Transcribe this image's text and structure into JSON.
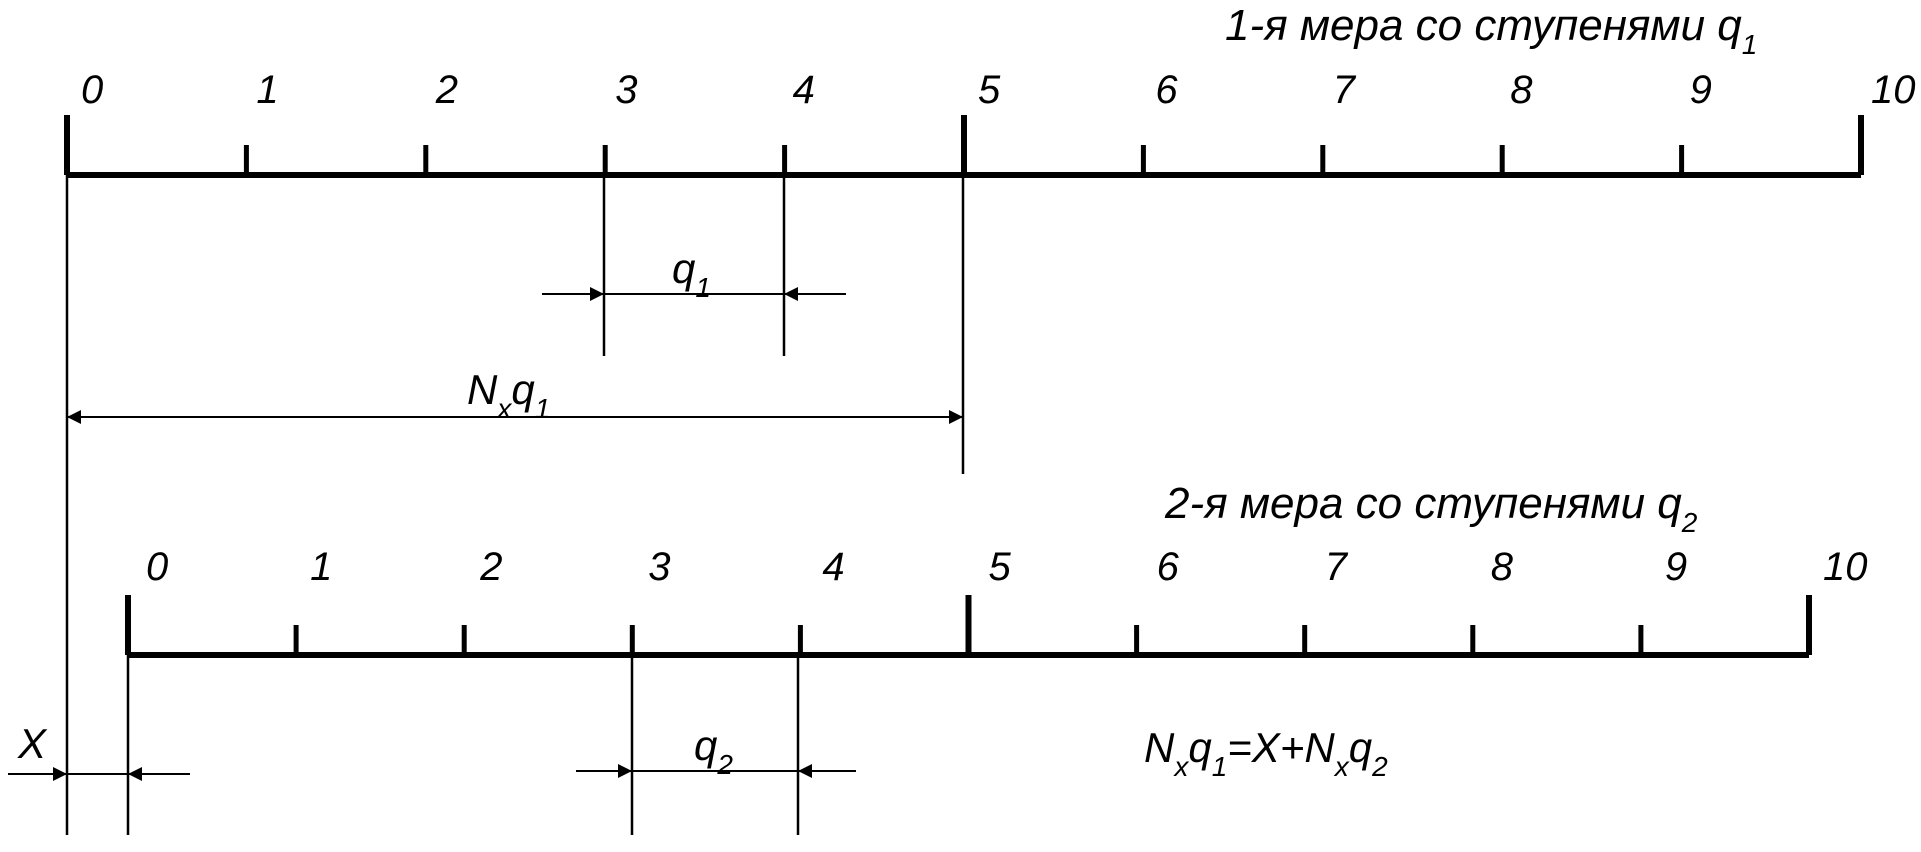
{
  "scale1": {
    "title_text": "1-я мера со ступенями q",
    "title_sub": "1",
    "tick_labels": [
      "0",
      "1",
      "2",
      "3",
      "4",
      "5",
      "6",
      "7",
      "8",
      "9",
      "10"
    ]
  },
  "scale2": {
    "title_text": "2-я мера со ступенями q",
    "title_sub": "2",
    "tick_labels": [
      "0",
      "1",
      "2",
      "3",
      "4",
      "5",
      "6",
      "7",
      "8",
      "9",
      "10"
    ]
  },
  "dims": {
    "q1": {
      "main": "q",
      "sub": "1"
    },
    "nxq1": {
      "n": "N",
      "n_sub": "x",
      "q": "q",
      "q_sub": "1"
    },
    "q2": {
      "main": "q",
      "sub": "2"
    },
    "x": "X"
  },
  "equation": {
    "n1": "N",
    "n1_sub": "x",
    "q1": "q",
    "q1_sub": "1",
    "mid": "=X+",
    "n2": "N",
    "n2_sub": "x",
    "q2": "q",
    "q2_sub": "2"
  },
  "colors": {
    "ink": "#000000",
    "background": "#ffffff"
  }
}
